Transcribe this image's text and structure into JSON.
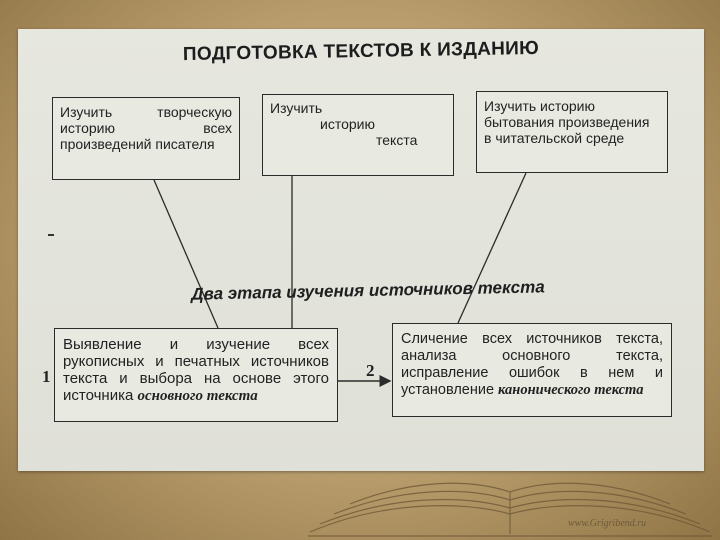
{
  "title": "ПОДГОТОВКА ТЕКСТОВ К ИЗДАНИЮ",
  "top_boxes": [
    {
      "text": "Изучить творческую историю всех произведений писателя"
    },
    {
      "lines": [
        "Изучить",
        "историю",
        "текста"
      ]
    },
    {
      "text": "Изучить историю бытования произведения в читательской среде"
    }
  ],
  "subtitle": "Два этапа изучения источников текста",
  "stages": [
    {
      "number": "1",
      "text": "Выявление и изучение всех рукописных и печатных источников текста и выбора на основе этого источника ",
      "emphasis": "основного текста"
    },
    {
      "number": "2",
      "text": "Сличение всех источников текста, анализа основного текста, исправление ошибок в нем и установление ",
      "emphasis": "канонического текста"
    }
  ],
  "watermark": "www.Grigribend.ru"
}
